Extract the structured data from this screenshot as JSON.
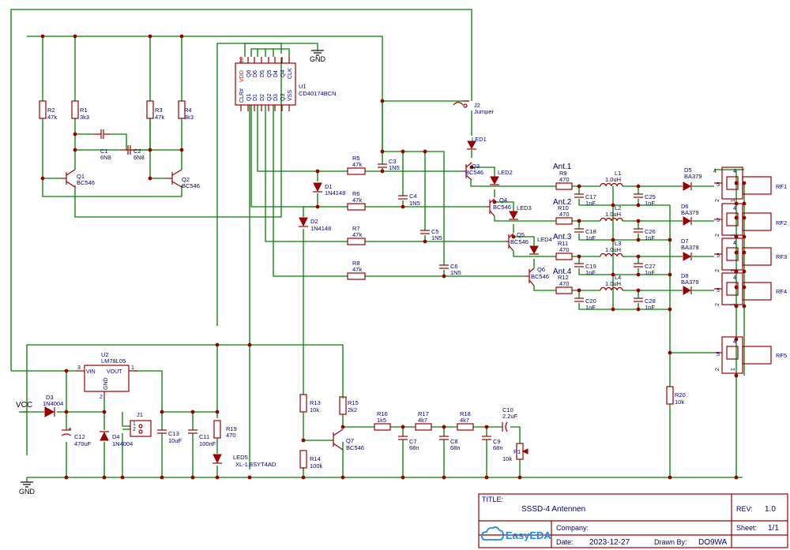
{
  "title_block": {
    "title_label": "TITLE:",
    "title": "SSSD-4 Antennen",
    "rev_label": "REV:",
    "rev": "1.0",
    "company_label": "Company:",
    "sheet_label": "Sheet:",
    "sheet": "1/1",
    "date_label": "Date:",
    "date": "2023-12-27",
    "drawn_label": "Drawn By:",
    "drawn_by": "DO9WA",
    "logo": "EasyEDA"
  },
  "power": {
    "vcc": "VCC",
    "gnd": "GND"
  },
  "ics": {
    "u1": {
      "ref": "U1",
      "part": "CD40174BCN",
      "pins": [
        "CLR#",
        "Q1",
        "D1",
        "D2",
        "Q2",
        "D3",
        "Q3",
        "VSS",
        "CLK",
        "Q4",
        "D4",
        "Q5",
        "D5",
        "D6",
        "Q6",
        "VDD"
      ],
      "pin_numbers": [
        "1",
        "2",
        "3",
        "4",
        "5",
        "6",
        "7",
        "8",
        "9",
        "10",
        "11",
        "12",
        "13",
        "14",
        "15",
        "16"
      ]
    },
    "u2": {
      "ref": "U2",
      "part": "LM78L05",
      "vin": "VIN",
      "vout": "VOUT",
      "gnd": "GND",
      "pin_vin": "3",
      "pin_vout": "1",
      "pin_gnd": "2"
    }
  },
  "resistors": [
    {
      "ref": "R2",
      "val": "47k"
    },
    {
      "ref": "R1",
      "val": "3k3"
    },
    {
      "ref": "R3",
      "val": "47k"
    },
    {
      "ref": "R4",
      "val": "3k3"
    },
    {
      "ref": "R5",
      "val": "47k"
    },
    {
      "ref": "R6",
      "val": "47k"
    },
    {
      "ref": "R7",
      "val": "47k"
    },
    {
      "ref": "R8",
      "val": "47k"
    },
    {
      "ref": "R9",
      "val": "470"
    },
    {
      "ref": "R10",
      "val": "470"
    },
    {
      "ref": "R11",
      "val": "470"
    },
    {
      "ref": "R12",
      "val": "470"
    },
    {
      "ref": "R13",
      "val": "10k"
    },
    {
      "ref": "R14",
      "val": "100k"
    },
    {
      "ref": "R15",
      "val": "2k2"
    },
    {
      "ref": "R16",
      "val": "1k5"
    },
    {
      "ref": "R17",
      "val": "4k7"
    },
    {
      "ref": "R18",
      "val": "4k7"
    },
    {
      "ref": "R19",
      "val": "470"
    },
    {
      "ref": "R20",
      "val": "10k"
    }
  ],
  "capacitors": [
    {
      "ref": "C1",
      "val": "6N8"
    },
    {
      "ref": "C2",
      "val": "6N8"
    },
    {
      "ref": "C3",
      "val": "1N5"
    },
    {
      "ref": "C4",
      "val": "1N5"
    },
    {
      "ref": "C5",
      "val": "1N5"
    },
    {
      "ref": "C6",
      "val": "1N5"
    },
    {
      "ref": "C7",
      "val": "68n"
    },
    {
      "ref": "C8",
      "val": "68n"
    },
    {
      "ref": "C9",
      "val": "68n"
    },
    {
      "ref": "C10",
      "val": "2.2uF"
    },
    {
      "ref": "C11",
      "val": "100nF"
    },
    {
      "ref": "C12",
      "val": "470uF"
    },
    {
      "ref": "C13",
      "val": "10uF"
    },
    {
      "ref": "C17",
      "val": "1nF"
    },
    {
      "ref": "C18",
      "val": "1nF"
    },
    {
      "ref": "C19",
      "val": "1nF"
    },
    {
      "ref": "C20",
      "val": "1nF"
    },
    {
      "ref": "C25",
      "val": "1nF"
    },
    {
      "ref": "C26",
      "val": "1nF"
    },
    {
      "ref": "C27",
      "val": "1nF"
    },
    {
      "ref": "C28",
      "val": "1nF"
    }
  ],
  "inductors": [
    {
      "ref": "L1",
      "val": "1.0uH"
    },
    {
      "ref": "L2",
      "val": "1.0uH"
    },
    {
      "ref": "L3",
      "val": "1.0uH"
    },
    {
      "ref": "L4",
      "val": "1.0uH"
    }
  ],
  "diodes": [
    {
      "ref": "D1",
      "val": "1N4148"
    },
    {
      "ref": "D2",
      "val": "1N4148"
    },
    {
      "ref": "D3",
      "val": "1N4004"
    },
    {
      "ref": "D4",
      "val": "1N4004"
    },
    {
      "ref": "D5",
      "val": "BA379"
    },
    {
      "ref": "D6",
      "val": "BA379"
    },
    {
      "ref": "D7",
      "val": "BA379"
    },
    {
      "ref": "D8",
      "val": "BA379"
    }
  ],
  "leds": [
    {
      "ref": "LED1"
    },
    {
      "ref": "LED2"
    },
    {
      "ref": "LED3"
    },
    {
      "ref": "LED4"
    },
    {
      "ref": "LED5",
      "val": "XL-1.8SYT4AD"
    }
  ],
  "transistors": [
    {
      "ref": "Q1",
      "val": "BC546"
    },
    {
      "ref": "Q2",
      "val": "BC546"
    },
    {
      "ref": "Q3",
      "val": "BC546"
    },
    {
      "ref": "Q4",
      "val": "BC546"
    },
    {
      "ref": "Q5",
      "val": "BC546"
    },
    {
      "ref": "Q6",
      "val": "BC546"
    },
    {
      "ref": "Q7",
      "val": "BC546"
    }
  ],
  "misc": {
    "j1": "J1",
    "j1_pin1": "1",
    "j1_pin2": "2",
    "j2": "J2",
    "j2_val": "Jumper",
    "p1": "P1",
    "p1_val": "10k"
  },
  "connectors": [
    "RF1",
    "RF2",
    "RF3",
    "RF4",
    "RF5"
  ],
  "connector_pins": [
    "4",
    "3",
    "5",
    "2",
    "1"
  ],
  "net_labels": [
    "Ant.1",
    "Ant.2",
    "Ant.3",
    "Ant.4"
  ]
}
